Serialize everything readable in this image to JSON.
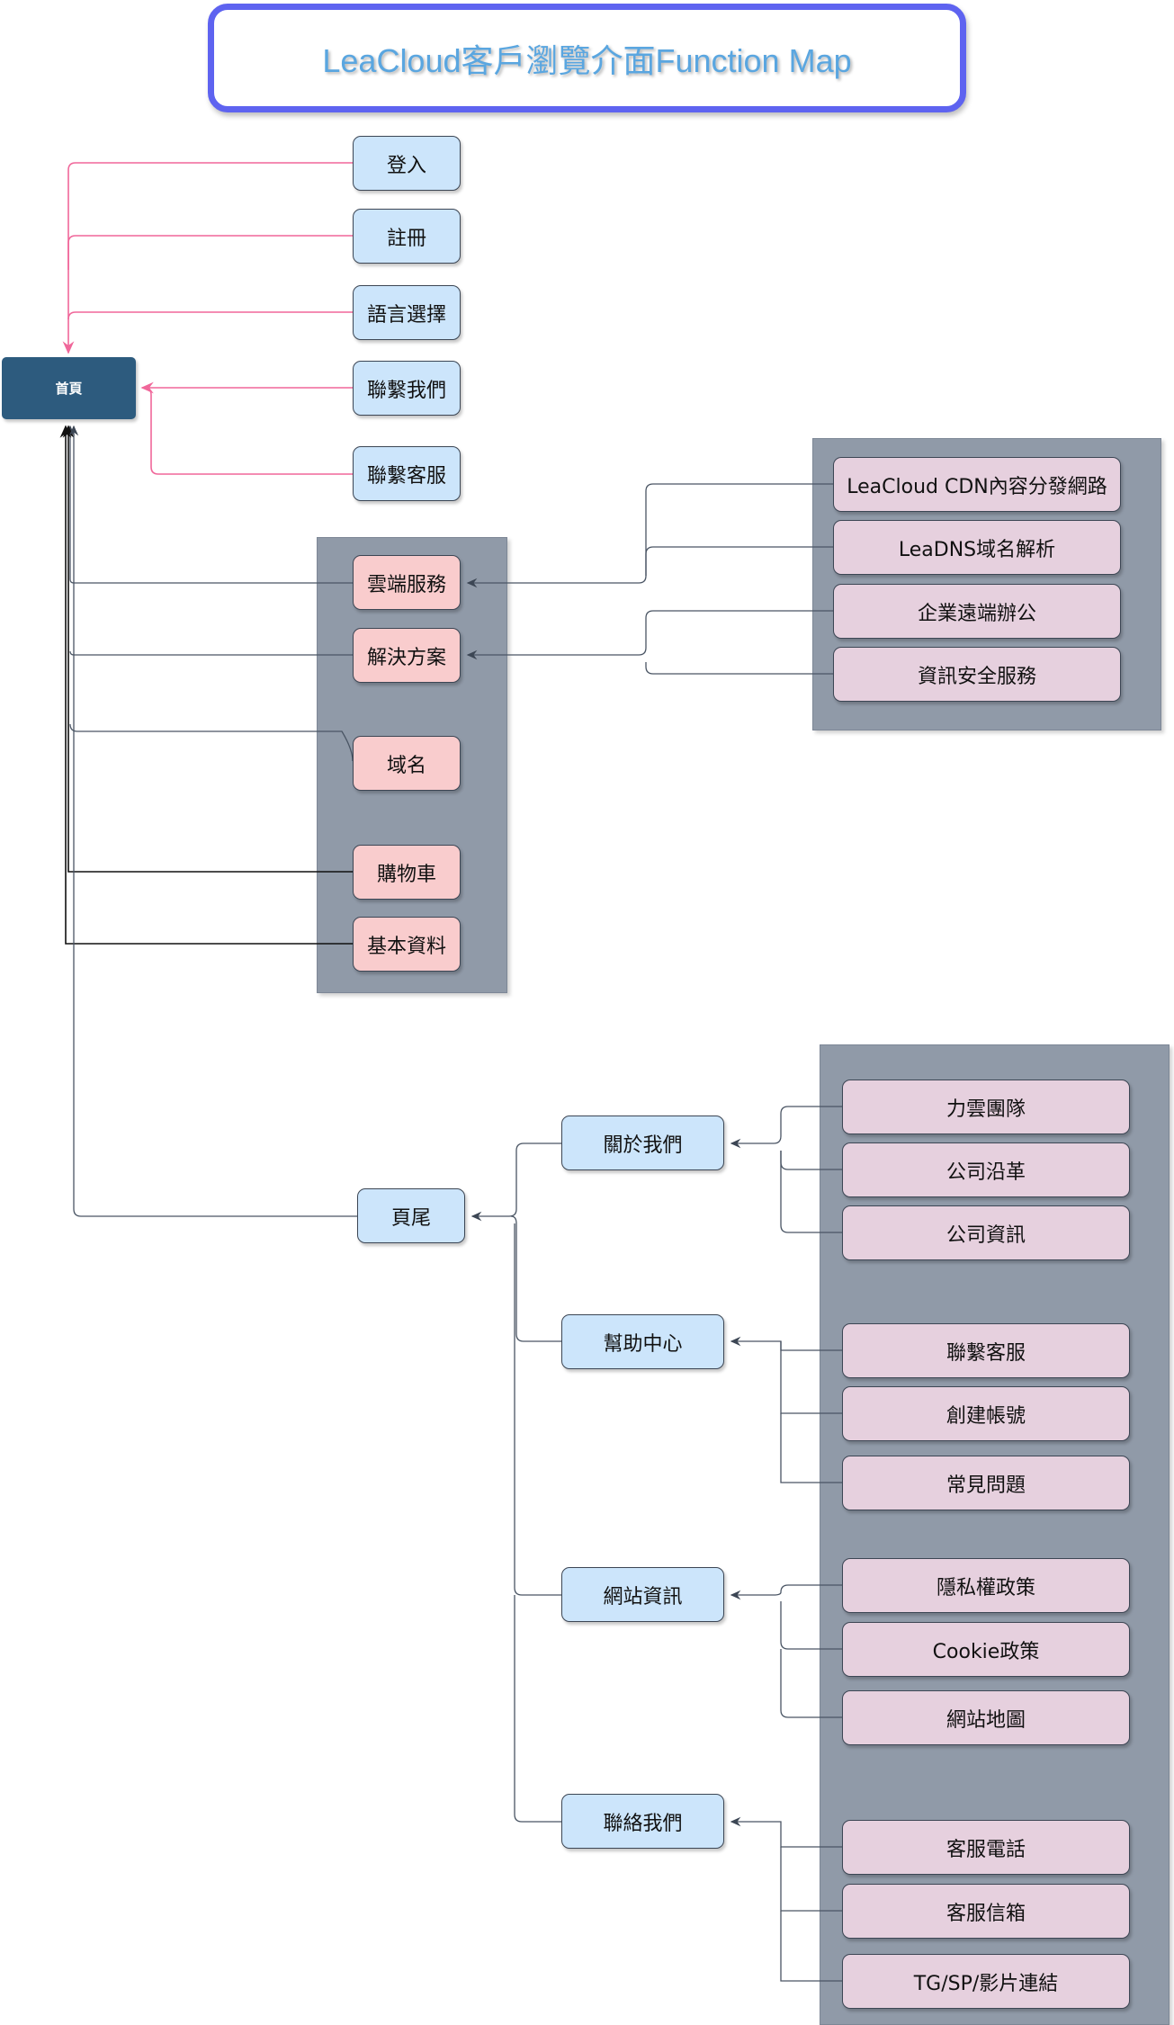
{
  "title": "LeaCloud客戶瀏覽介面Function Map",
  "colors": {
    "title_border": "#5e63f0",
    "title_text": "#5aa6e0",
    "home_fill": "#2d5b7e",
    "blue_node": "#cce5fb",
    "red_node": "#f9cccd",
    "mauve_node": "#e6d0de",
    "panel": "#909aa8",
    "pink_connector": "#f0679a",
    "dark_connector": "#3c4654"
  },
  "home": {
    "label": "首頁"
  },
  "header_links": [
    {
      "label": "登入"
    },
    {
      "label": "註冊"
    },
    {
      "label": "語言選擇"
    },
    {
      "label": "聯繫我們"
    },
    {
      "label": "聯繫客服"
    }
  ],
  "main_nav": [
    {
      "label": "雲端服務"
    },
    {
      "label": "解決方案"
    },
    {
      "label": "域名"
    },
    {
      "label": "購物車"
    },
    {
      "label": "基本資料"
    }
  ],
  "services": [
    {
      "label": "LeaCloud CDN內容分發網路",
      "parent": "雲端服務"
    },
    {
      "label": "LeaDNS域名解析",
      "parent": "雲端服務"
    },
    {
      "label": "企業遠端辦公",
      "parent": "解決方案"
    },
    {
      "label": "資訊安全服務",
      "parent": "解決方案"
    }
  ],
  "footer": {
    "label": "頁尾",
    "groups": [
      {
        "label": "關於我們",
        "items": [
          "力雲團隊",
          "公司沿革",
          "公司資訊"
        ]
      },
      {
        "label": "幫助中心",
        "items": [
          "聯繫客服",
          "創建帳號",
          "常見問題"
        ]
      },
      {
        "label": "網站資訊",
        "items": [
          "隱私權政策",
          "Cookie政策",
          "網站地圖"
        ]
      },
      {
        "label": "聯絡我們",
        "items": [
          "客服電話",
          "客服信箱",
          "TG/SP/影片連結"
        ]
      }
    ]
  }
}
